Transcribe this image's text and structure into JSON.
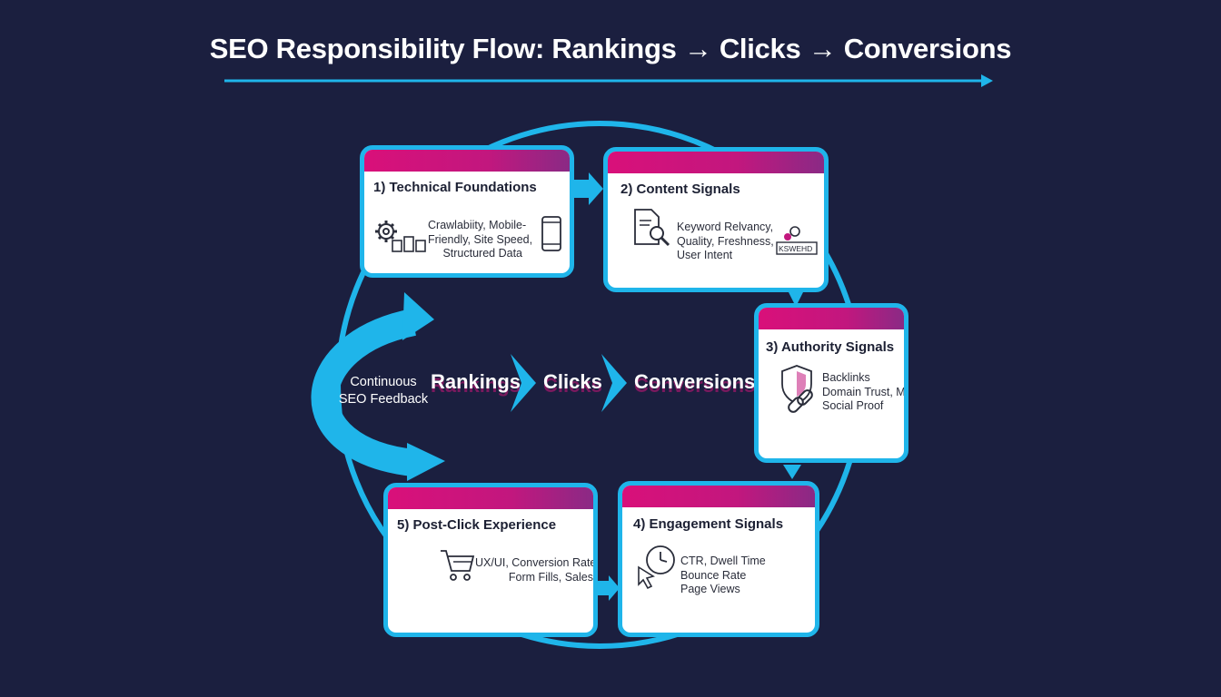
{
  "title": "SEO Responsibility Flow: Rankings → Clicks → Conversions",
  "center": {
    "feedback_line1": "Continuous",
    "feedback_line2": "SEO Feedback",
    "flow": [
      "Rankings",
      "Clicks",
      "Conversions"
    ]
  },
  "cards": [
    {
      "title": "1) Technical Foundations",
      "lines": [
        "Crawlabiity, Mobile-",
        "Friendly, Site Speed,",
        "Structured Data"
      ],
      "icons": [
        "gear-icon",
        "sitemap-icon",
        "mobile-phone-icon"
      ]
    },
    {
      "title": "2) Content Signals",
      "lines": [
        "Keyword Relvancy,",
        "Quality, Freshness,",
        "User Intent"
      ],
      "icons": [
        "document-search-icon",
        "user-keyword-icon"
      ],
      "badge": "KSWEHD"
    },
    {
      "title": "3) Authority Signals",
      "lines": [
        "Backlinks",
        "Domain Trust, Mentions",
        "Social Proof"
      ],
      "icons": [
        "shield-icon",
        "chain-link-icon"
      ]
    },
    {
      "title": "4) Engagement Signals",
      "lines": [
        "CTR, Dwell Time",
        "Bounce Rate",
        "Page Views"
      ],
      "icons": [
        "clock-cursor-icon"
      ]
    },
    {
      "title": "5) Post-Click Experience",
      "lines": [
        "UX/UI, Conversion Rate",
        "Form Fills, Sales"
      ],
      "icons": [
        "shopping-cart-icon"
      ]
    }
  ],
  "colors": {
    "background": "#1b1f3f",
    "accent": "#1fb5ea",
    "header_bar": "#d9107a",
    "card": "#ffffff"
  }
}
